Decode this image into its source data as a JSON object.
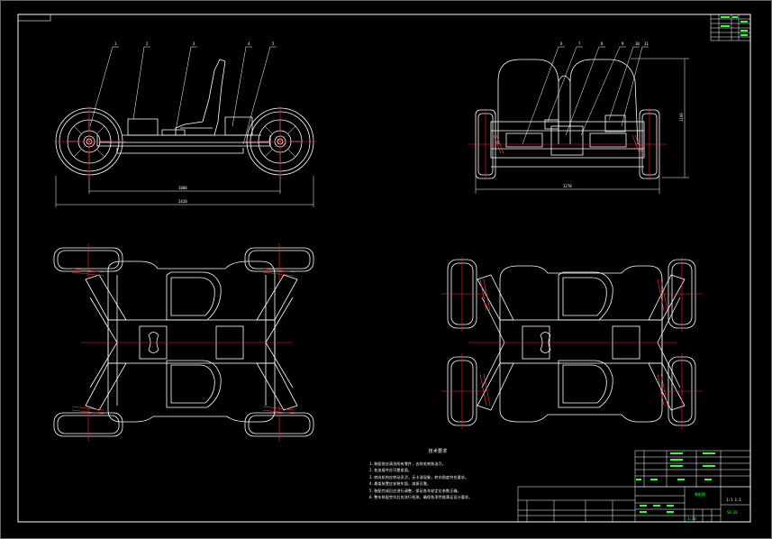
{
  "drawing": {
    "notes_title": "技术要求",
    "notes_lines": [
      "1.装配前应清洗所有零件，去除毛刺和油污。",
      "2.各连接件应可靠紧固。",
      "3.转向机构应转动灵活，无卡滞现象，转向角度符合要求。",
      "4.悬架装置应安装牢固，减振可靠。",
      "5.装配完成后应进行调整，保证各车轮定位参数正确。",
      "6.整车装配完毕后应进行检测，确保各项性能满足设计要求。"
    ],
    "dims": {
      "side_inner": "1800",
      "side_outer": "2420",
      "front_width": "1270",
      "front_height": "1100"
    },
    "side_view_callouts": [
      "1",
      "2",
      "3",
      "4",
      "5"
    ],
    "front_view_callouts": [
      "6",
      "7",
      "8",
      "9",
      "10",
      "11"
    ]
  },
  "title_block": {
    "title": "装配图",
    "drawing_no": "SX-01",
    "scale": "1:10",
    "sheet": "1:1 1:1"
  },
  "colors": {
    "background": "#000000",
    "line": "#ffffff",
    "center_line": "#ff2020",
    "hatch": "#ff4040",
    "accent": "#33ff33",
    "block_text": "#33ff33"
  }
}
